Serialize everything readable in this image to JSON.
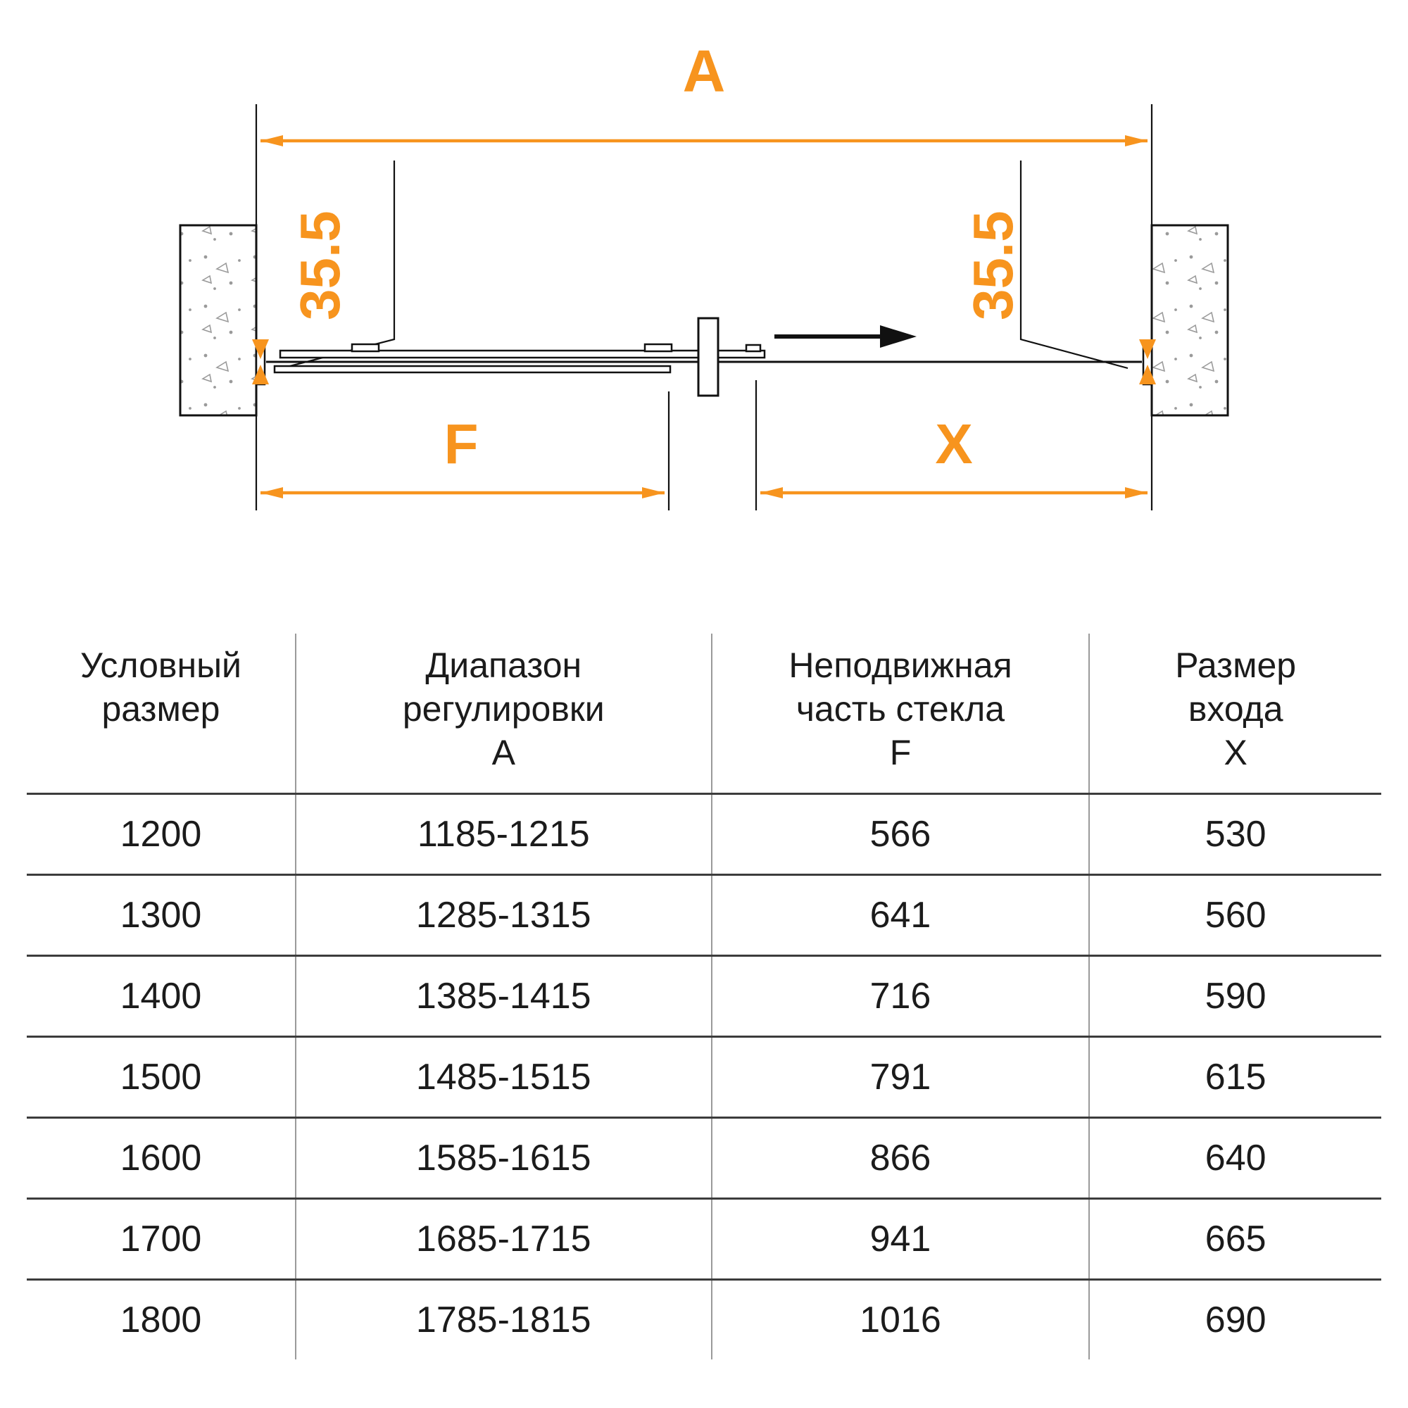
{
  "diagram": {
    "label_a": "A",
    "label_f": "F",
    "label_x": "X",
    "offset_left": "35.5",
    "offset_right": "35.5",
    "accent_color": "#F7941E",
    "line_color": "#111111"
  },
  "table": {
    "headers": [
      "Условный\nразмер",
      "Диапазон\nрегулировки\nА",
      "Неподвижная\nчасть стекла\nF",
      "Размер\nвхода\nX"
    ],
    "rows": [
      [
        "1200",
        "1185-1215",
        "566",
        "530"
      ],
      [
        "1300",
        "1285-1315",
        "641",
        "560"
      ],
      [
        "1400",
        "1385-1415",
        "716",
        "590"
      ],
      [
        "1500",
        "1485-1515",
        "791",
        "615"
      ],
      [
        "1600",
        "1585-1615",
        "866",
        "640"
      ],
      [
        "1700",
        "1685-1715",
        "941",
        "665"
      ],
      [
        "1800",
        "1785-1815",
        "1016",
        "690"
      ]
    ]
  }
}
